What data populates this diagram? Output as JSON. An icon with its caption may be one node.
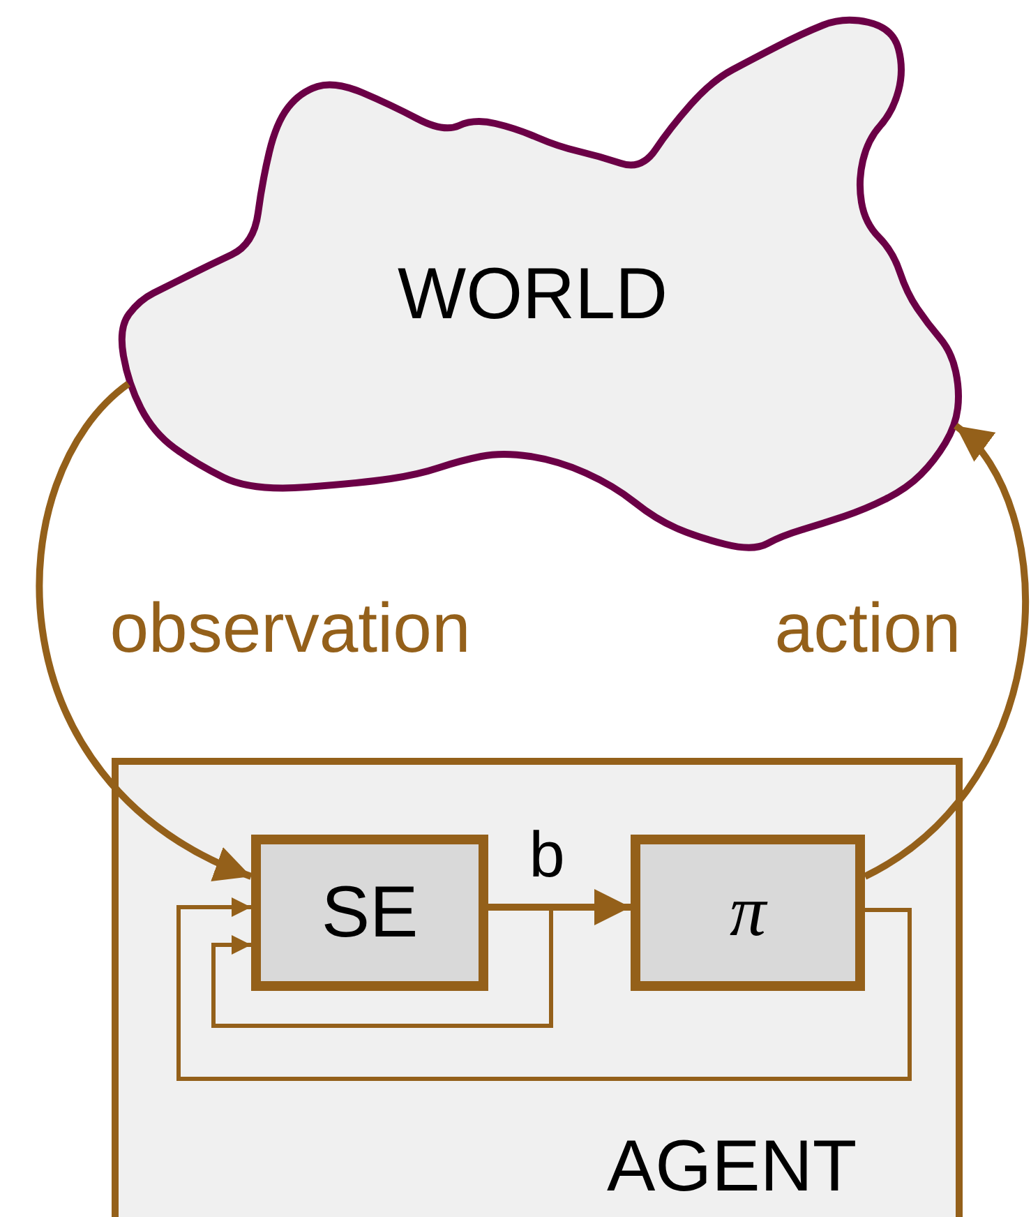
{
  "diagram": {
    "nodes": [
      {
        "text": [
          "WORLD"
        ]
      },
      {
        "text": [
          "AGENT"
        ]
      },
      {
        "text": [
          "SE"
        ],
        "in": 1
      },
      {
        "text": [
          "π"
        ],
        "in": 1
      }
    ],
    "edges": [
      {
        "from": 0,
        "to": 2,
        "arrow": "to",
        "label": "observation"
      },
      {
        "from": 3,
        "to": 0,
        "arrow": "to",
        "label": "action"
      },
      {
        "from": 2,
        "to": 3,
        "arrow": "to",
        "label": "b"
      },
      {
        "from": 2,
        "to": 2,
        "arrow": "to"
      },
      {
        "from": 3,
        "to": 2,
        "arrow": "to"
      }
    ]
  }
}
